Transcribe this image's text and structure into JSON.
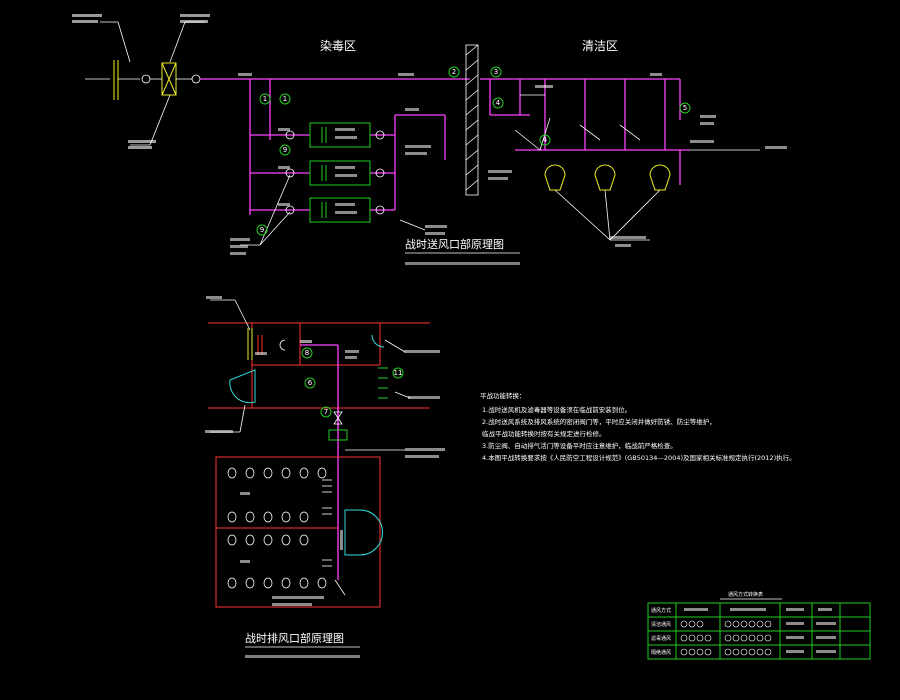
{
  "diagram1": {
    "zone_left": "染毒区",
    "zone_right": "清洁区",
    "title": "战时送风口部原理图",
    "circle_labels": [
      "1",
      "2",
      "3",
      "4",
      "5",
      "6",
      "7",
      "8",
      "9",
      "10",
      "11"
    ]
  },
  "diagram2": {
    "title": "战时排风口部原理图"
  },
  "notes": {
    "heading": "平战功能转换：",
    "lines": [
      "1.战时送风机及滤毒器等设备须在临战前安装到位。",
      "2.战时送风系统及排风系统的密闭阀门等，平时应关闭并做好防锈、防尘等维护，",
      "   临战平战功能转换时按有关规定进行检修。",
      "3.防尘阀、自动排气活门等设备平时应注意维护，临战前严格检查。",
      "4.本图平战转换要求按《人民防空工程设计规范》(GB50134—2004)及国家相关标准规定执行(2012)执行。"
    ]
  },
  "table": {
    "title": "通风方式转换表",
    "rows": [
      [
        "通风方式",
        "",
        "",
        "",
        "",
        ""
      ],
      [
        "清洁通风",
        "",
        "",
        "",
        "",
        ""
      ],
      [
        "滤毒通风",
        "",
        "",
        "",
        "",
        ""
      ],
      [
        "隔绝通风",
        "",
        "",
        "",
        "",
        ""
      ]
    ]
  },
  "colors": {
    "pipe": "#ff44ff",
    "wall": "#ff3333",
    "equipment": "#22cc22",
    "label": "#ffffff",
    "marker": "#22cc22"
  }
}
